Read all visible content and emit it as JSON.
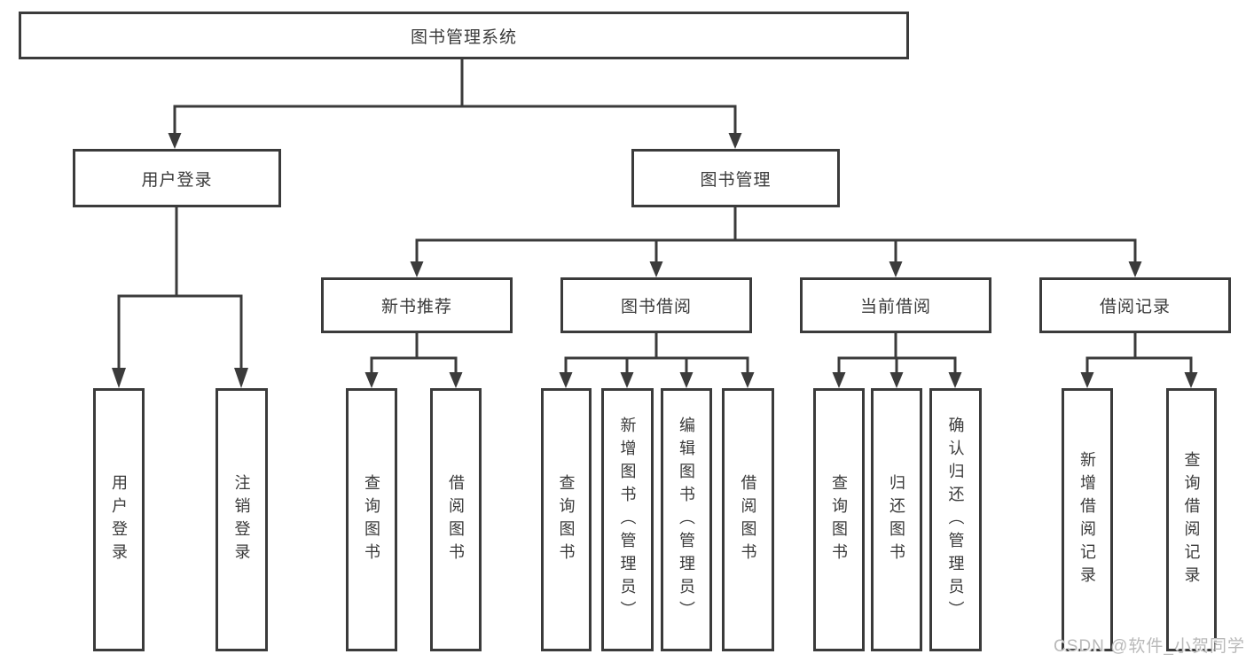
{
  "tree": {
    "label": "图书管理系统",
    "children": [
      {
        "label": "用户登录",
        "children": [
          {
            "label": "用户登录"
          },
          {
            "label": "注销登录"
          }
        ]
      },
      {
        "label": "图书管理",
        "children": [
          {
            "label": "新书推荐",
            "children": [
              {
                "label": "查询图书"
              },
              {
                "label": "借阅图书"
              }
            ]
          },
          {
            "label": "图书借阅",
            "children": [
              {
                "label": "查询图书"
              },
              {
                "label": "新增图书（管理员）"
              },
              {
                "label": "编辑图书（管理员）"
              },
              {
                "label": "借阅图书"
              }
            ]
          },
          {
            "label": "当前借阅",
            "children": [
              {
                "label": "查询图书"
              },
              {
                "label": "归还图书"
              },
              {
                "label": "确认归还（管理员）"
              }
            ]
          },
          {
            "label": "借阅记录",
            "children": [
              {
                "label": "新增借阅记录"
              },
              {
                "label": "查询借阅记录"
              }
            ]
          }
        ]
      }
    ]
  },
  "watermark": {
    "text": "CSDN @软件_小贺同学"
  },
  "colors": {
    "line": "#3b3b3b",
    "text": "#3a3a3a",
    "watermark": "#b9b9b9",
    "background": "#ffffff"
  }
}
